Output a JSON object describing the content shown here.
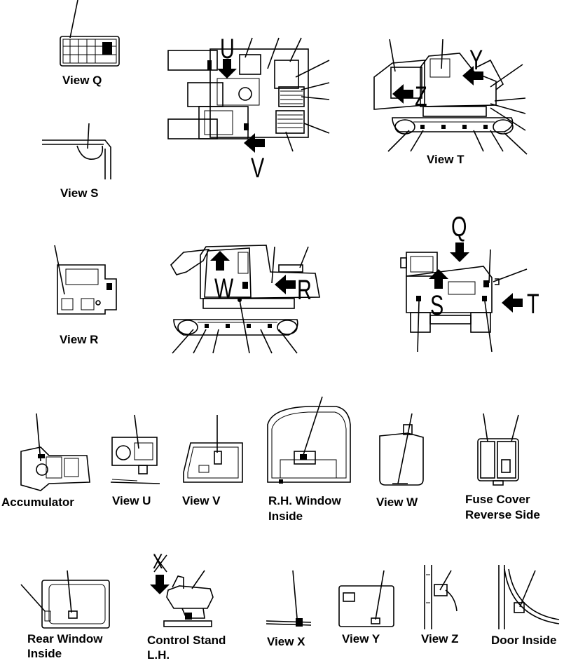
{
  "captions": {
    "view_q": "View Q",
    "view_s": "View S",
    "view_t": "View T",
    "view_r": "View R",
    "accumulator": "Accumulator",
    "view_u": "View U",
    "view_v": "View V",
    "rh_window_inside": [
      "R.H. Window",
      "Inside"
    ],
    "view_w": "View W",
    "fuse_cover": [
      "Fuse Cover",
      "Reverse Side"
    ],
    "rear_window_inside": [
      "Rear Window",
      "Inside"
    ],
    "control_stand": [
      "Control Stand",
      "L.H."
    ],
    "view_x": "View X",
    "view_y": "View Y",
    "view_z": "View Z",
    "door_inside": "Door Inside"
  },
  "view_letters": {
    "u": "U",
    "v": "V",
    "y": "Y",
    "z": "Z",
    "q": "Q",
    "t": "T",
    "w": "W",
    "r": "R",
    "s": "S",
    "x": "X"
  },
  "icons": [
    "arrow-down-icon",
    "arrow-left-icon",
    "arrow-up-icon"
  ]
}
